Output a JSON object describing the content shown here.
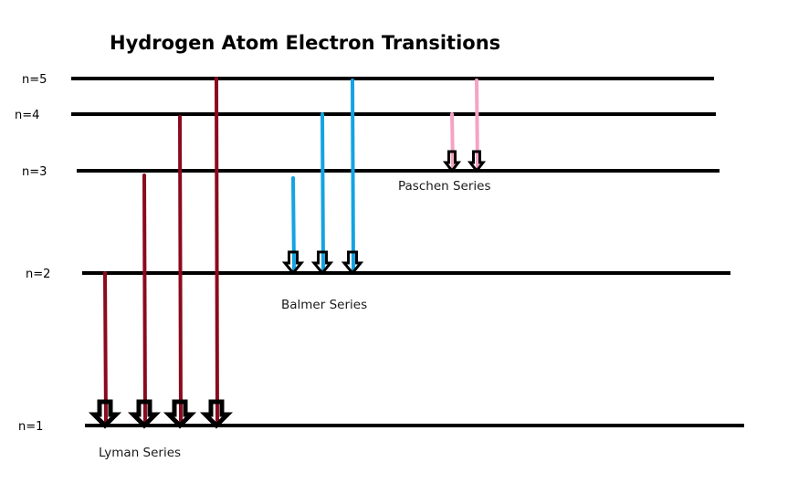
{
  "title": "Hydrogen Atom Electron Transitions",
  "levels": [
    {
      "n": 5,
      "label": "n=5"
    },
    {
      "n": 4,
      "label": "n=4"
    },
    {
      "n": 3,
      "label": "n=3"
    },
    {
      "n": 2,
      "label": "n=2"
    },
    {
      "n": 1,
      "label": "n=1"
    }
  ],
  "series": [
    {
      "name": "Lyman Series",
      "color": "#8b0a1e",
      "transitions": [
        {
          "from": 2,
          "to": 1
        },
        {
          "from": 3,
          "to": 1
        },
        {
          "from": 4,
          "to": 1
        },
        {
          "from": 5,
          "to": 1
        }
      ]
    },
    {
      "name": "Balmer Series",
      "color": "#14a3e3",
      "transitions": [
        {
          "from": 3,
          "to": 2
        },
        {
          "from": 4,
          "to": 2
        },
        {
          "from": 5,
          "to": 2
        }
      ]
    },
    {
      "name": "Paschen Series",
      "color": "#f5a3c3",
      "transitions": [
        {
          "from": 4,
          "to": 3
        },
        {
          "from": 5,
          "to": 3
        }
      ]
    }
  ]
}
